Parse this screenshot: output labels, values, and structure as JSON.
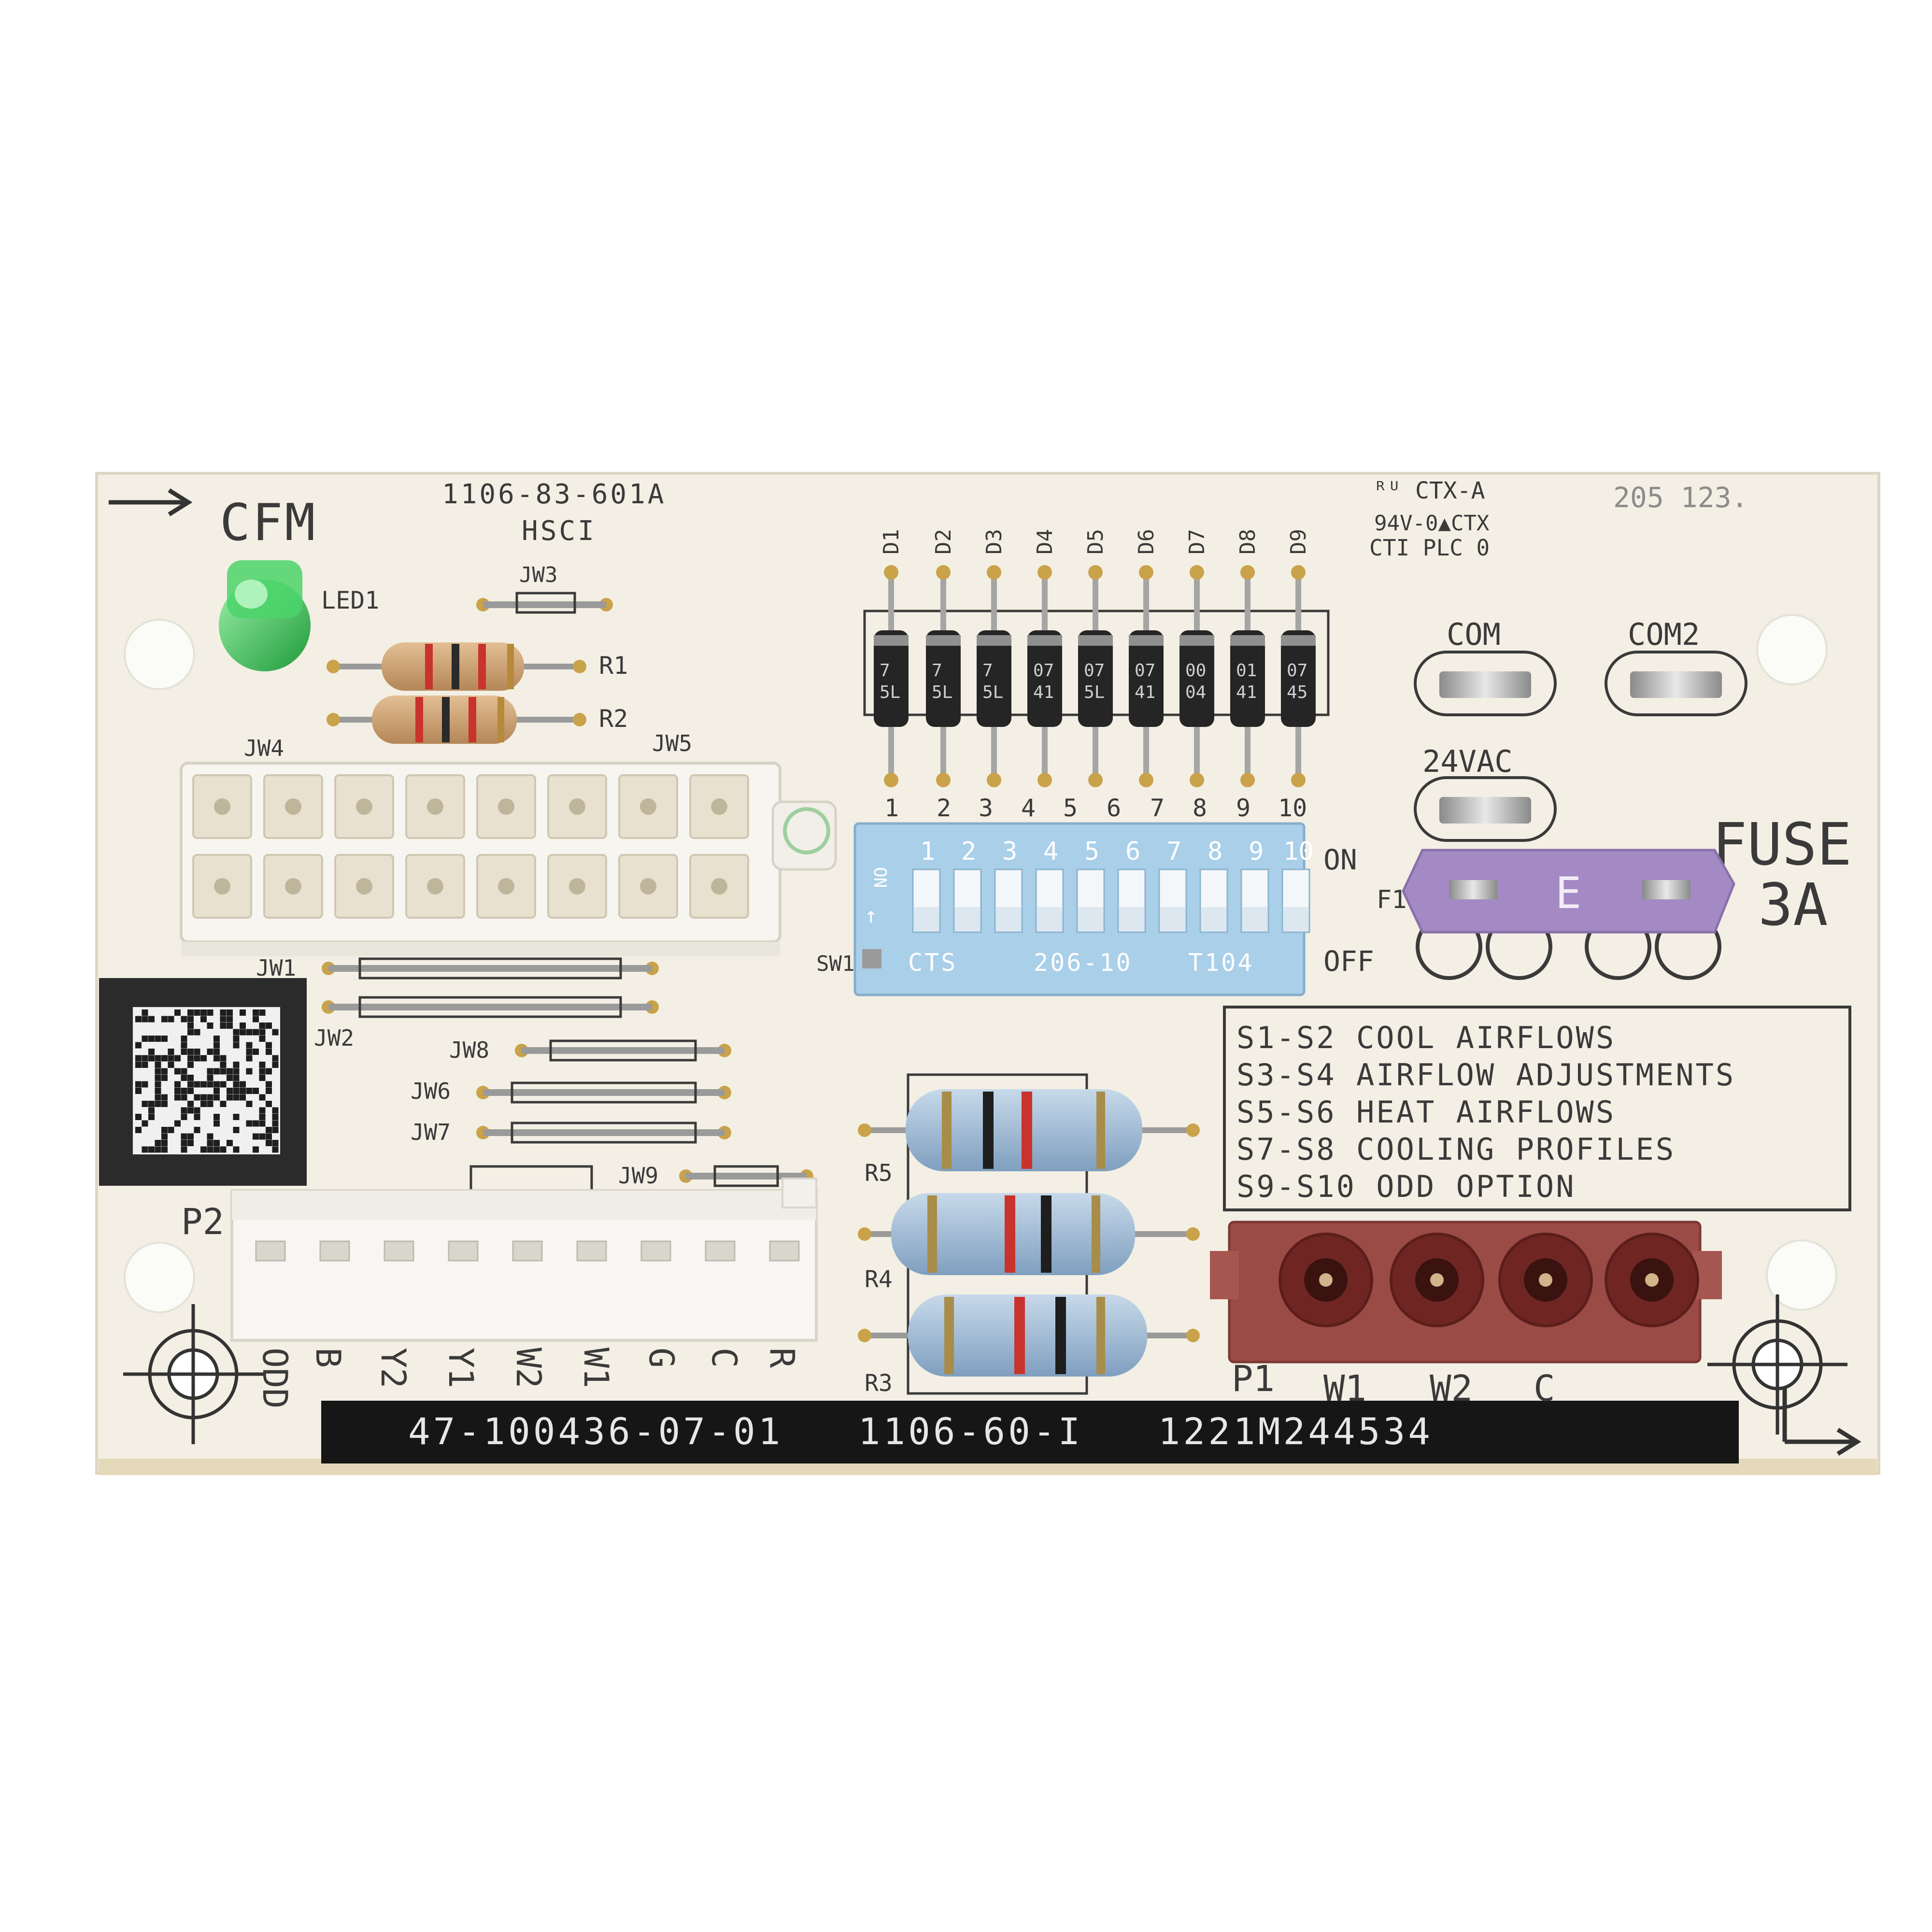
{
  "colors": {
    "board": "#f3efe4",
    "silk": "#3a3a3a",
    "dip_switch": "#a9cfe9",
    "fuse": "#a48ac4",
    "p1_connector": "#9b4b45",
    "led": "#3ec45a",
    "connector_white": "#f7f5ef"
  },
  "board": {
    "cfm": "CFM",
    "part_no": "1106-83-601A",
    "hsci": "HSCI",
    "cert_1": "CTX-A",
    "cert_2": "94V-0▲CTX",
    "cert_3": "CTI PLC 0",
    "date_code": "205 123.",
    "led": "LED1",
    "r1": "R1",
    "r2": "R2",
    "r3": "R3",
    "r4": "R4",
    "r5": "R5",
    "jw1": "JW1",
    "jw2": "JW2",
    "jw3": "JW3",
    "jw4": "JW4",
    "jw5": "JW5",
    "jw6": "JW6",
    "jw7": "JW7",
    "jw8": "JW8",
    "jw9": "JW9",
    "com": "COM",
    "com2": "COM2",
    "vac": "24VAC",
    "fuse_line1": "FUSE",
    "fuse_line2": "3A",
    "fuse_letter": "E",
    "f1": "F1",
    "sw": "SW1",
    "on": "ON",
    "off": "OFF",
    "p1": "P1",
    "p2": "P2",
    "bottom_code": "47-100436-07-01   1106-60-I   1221M244534"
  },
  "diodes": [
    "D1",
    "D2",
    "D3",
    "D4",
    "D5",
    "D6",
    "D7",
    "D8",
    "D9"
  ],
  "diode_markings": [
    "7\n5L",
    "7\n5L",
    "7\n5L",
    "07\n41",
    "07\n5L",
    "07\n41",
    "00\n04",
    "01\n41",
    "07\n45"
  ],
  "switch_numbers_board": [
    "1",
    "2",
    "3",
    "4",
    "5",
    "6",
    "7",
    "8",
    "9",
    "10"
  ],
  "dip_switch": {
    "numbers": [
      "1",
      "2",
      "3",
      "4",
      "5",
      "6",
      "7",
      "8",
      "9",
      "10"
    ],
    "on_mark": "ON",
    "brand": "CTS",
    "model": "206-10",
    "code": "T104"
  },
  "legend": [
    "S1-S2  COOL  AIRFLOWS",
    "S3-S4  AIRFLOW  ADJUSTMENTS",
    "S5-S6  HEAT  AIRFLOWS",
    "S7-S8  COOLING  PROFILES",
    "S9-S10  ODD  OPTION"
  ],
  "p2_terminals": [
    "ODD",
    "B",
    "Y2",
    "Y1",
    "W2",
    "W1",
    "G",
    "C",
    "R"
  ],
  "p1_terminals": [
    "W1",
    "W2",
    "C"
  ]
}
